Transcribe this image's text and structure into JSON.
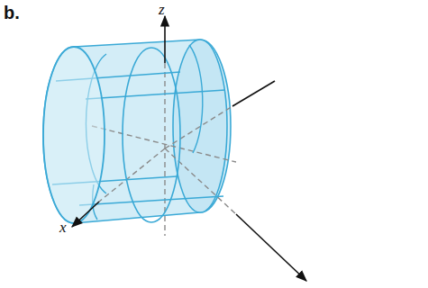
{
  "diagram": {
    "labels": [
      "b.",
      "z",
      "x"
    ]
  }
}
